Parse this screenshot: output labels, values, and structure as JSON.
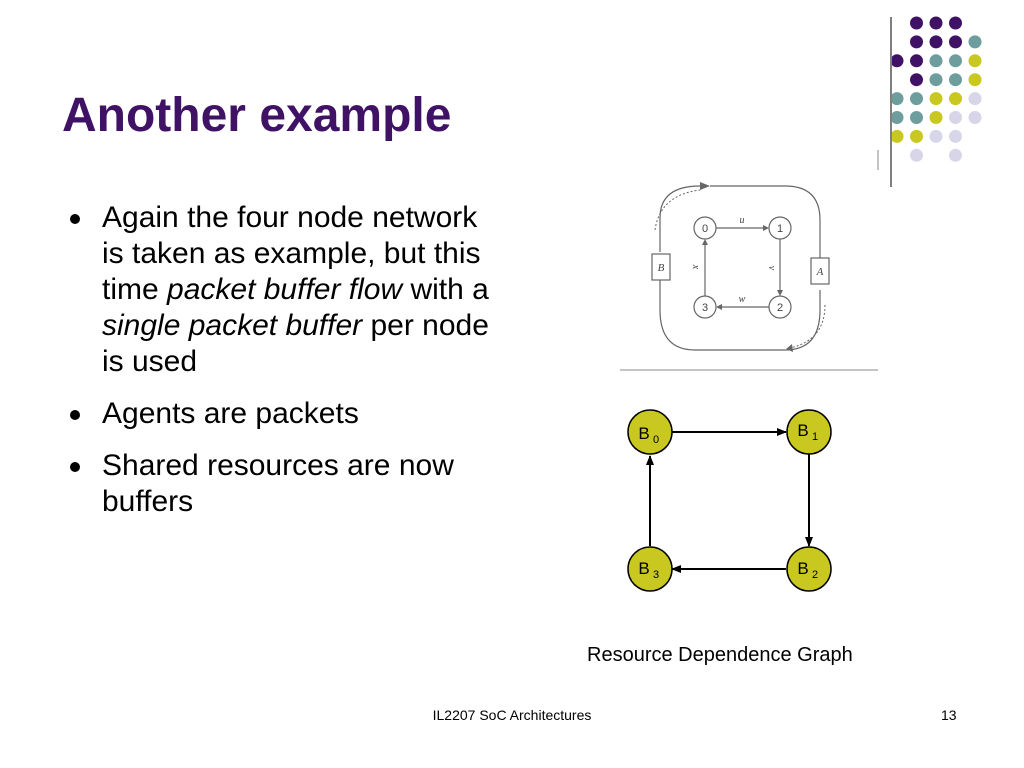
{
  "slide": {
    "title": "Another example",
    "bullets": [
      {
        "segments": [
          {
            "text": "Again the four node network is taken as example, but this time ",
            "italic": false
          },
          {
            "text": "packet buffer flow",
            "italic": true
          },
          {
            "text": " with a ",
            "italic": false
          },
          {
            "text": "single packet buffer",
            "italic": true
          },
          {
            "text": " per node is used",
            "italic": false
          }
        ]
      },
      {
        "segments": [
          {
            "text": "Agents are packets",
            "italic": false
          }
        ]
      },
      {
        "segments": [
          {
            "text": "Shared resources are now buffers",
            "italic": false
          }
        ]
      }
    ],
    "caption": "Resource Dependence Graph",
    "footer": "IL2207 SoC Architectures",
    "page_number": "13"
  },
  "network_figure": {
    "nodes": [
      "0",
      "1",
      "2",
      "3"
    ],
    "edge_labels": [
      "u",
      "v",
      "w",
      "x"
    ],
    "agents": [
      "B",
      "A"
    ]
  },
  "resource_graph": {
    "nodes": [
      {
        "base": "B",
        "sub": "0"
      },
      {
        "base": "B",
        "sub": "1"
      },
      {
        "base": "B",
        "sub": "2"
      },
      {
        "base": "B",
        "sub": "3"
      }
    ],
    "edges": [
      [
        "B0",
        "B1"
      ],
      [
        "B1",
        "B2"
      ],
      [
        "B2",
        "B3"
      ],
      [
        "B3",
        "B0"
      ]
    ]
  },
  "colors": {
    "title": "#3f1266",
    "purple": "#3f1266",
    "teal": "#6e9d9d",
    "yellow": "#c9c820",
    "lavender": "#d7d6e8",
    "node_fill": "#c9c820"
  }
}
